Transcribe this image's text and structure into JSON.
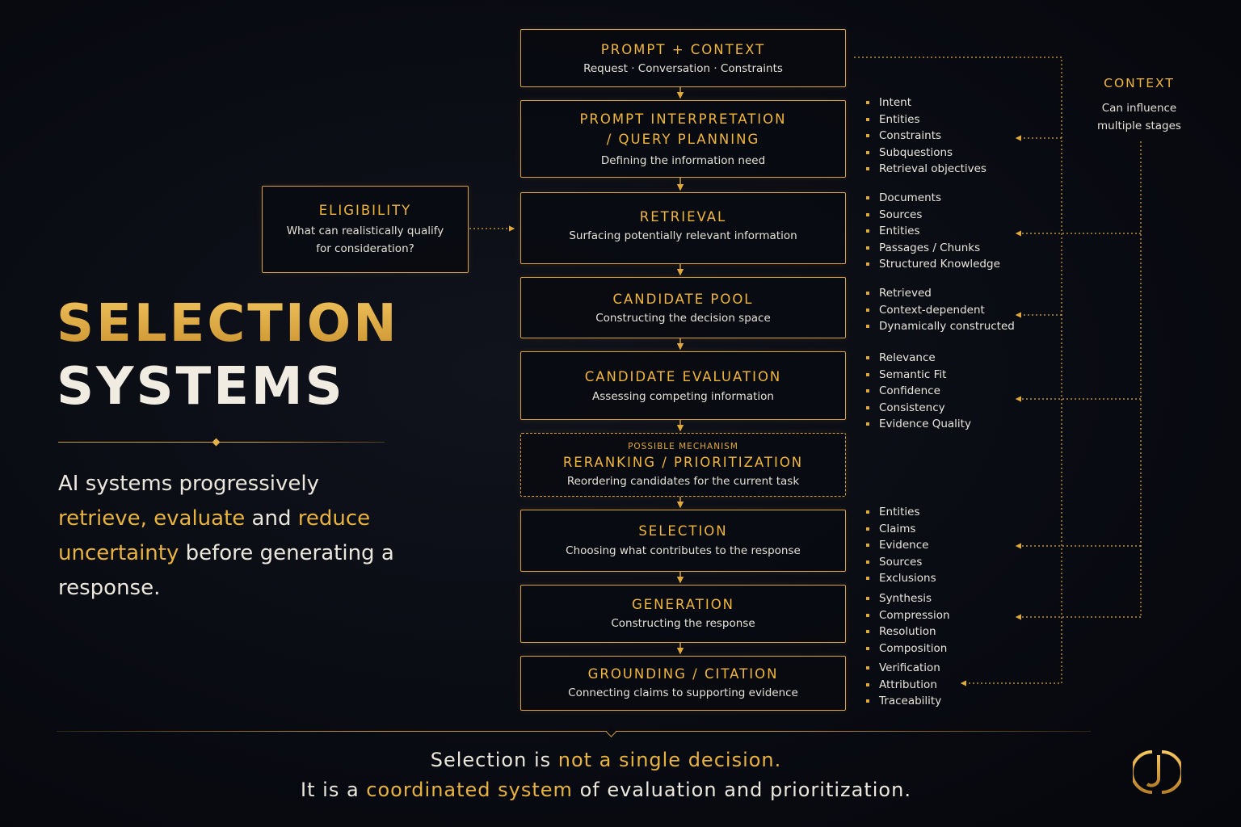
{
  "title": {
    "line1": "SELECTION",
    "line2": "SYSTEMS"
  },
  "lead": {
    "part1": "AI systems progressively ",
    "hl1": "retrieve",
    "sep1": ", ",
    "hl2": "evaluate",
    "part2": " and ",
    "hl3": "reduce uncertainty",
    "part3": " before generating a response."
  },
  "eligibility": {
    "title": "ELIGIBILITY",
    "sub1": "What can realistically qualify",
    "sub2": "for consideration?"
  },
  "context": {
    "title": "CONTEXT",
    "sub1": "Can influence",
    "sub2": "multiple stages"
  },
  "stages": [
    {
      "title": "PROMPT + CONTEXT",
      "sub": "Request · Conversation · Constraints"
    },
    {
      "title": "PROMPT INTERPRETATION",
      "title2": "/ QUERY PLANNING",
      "sub": "Defining the information need"
    },
    {
      "title": "RETRIEVAL",
      "sub": "Surfacing potentially relevant information"
    },
    {
      "title": "CANDIDATE POOL",
      "sub": "Constructing the decision space"
    },
    {
      "title": "CANDIDATE EVALUATION",
      "sub": "Assessing competing information"
    },
    {
      "tag": "POSSIBLE MECHANISM",
      "title": "RERANKING / PRIORITIZATION",
      "sub": "Reordering candidates for the current task"
    },
    {
      "title": "SELECTION",
      "sub": "Choosing what contributes to the response"
    },
    {
      "title": "GENERATION",
      "sub": "Constructing the response"
    },
    {
      "title": "GROUNDING / CITATION",
      "sub": "Connecting claims to supporting evidence"
    }
  ],
  "bullets": {
    "interpretation": [
      "Intent",
      "Entities",
      "Constraints",
      "Subquestions",
      "Retrieval objectives"
    ],
    "retrieval": [
      "Documents",
      "Sources",
      "Entities",
      "Passages / Chunks",
      "Structured Knowledge"
    ],
    "pool": [
      "Retrieved",
      "Context-dependent",
      "Dynamically constructed"
    ],
    "evaluation": [
      "Relevance",
      "Semantic Fit",
      "Confidence",
      "Consistency",
      "Evidence Quality"
    ],
    "selection": [
      "Entities",
      "Claims",
      "Evidence",
      "Sources",
      "Exclusions"
    ],
    "generation": [
      "Synthesis",
      "Compression",
      "Resolution",
      "Composition"
    ],
    "grounding": [
      "Verification",
      "Attribution",
      "Traceability"
    ]
  },
  "closing": {
    "l1_a": "Selection is ",
    "l1_hl": "not a single decision.",
    "l2_a": "It is a ",
    "l2_hl": "coordinated system",
    "l2_b": " of evaluation and prioritization."
  },
  "colors": {
    "accent": "#e8b33e",
    "background": "#090b12",
    "text": "#ece7dc"
  },
  "icons": {
    "logo": "brand-monogram-icon"
  }
}
